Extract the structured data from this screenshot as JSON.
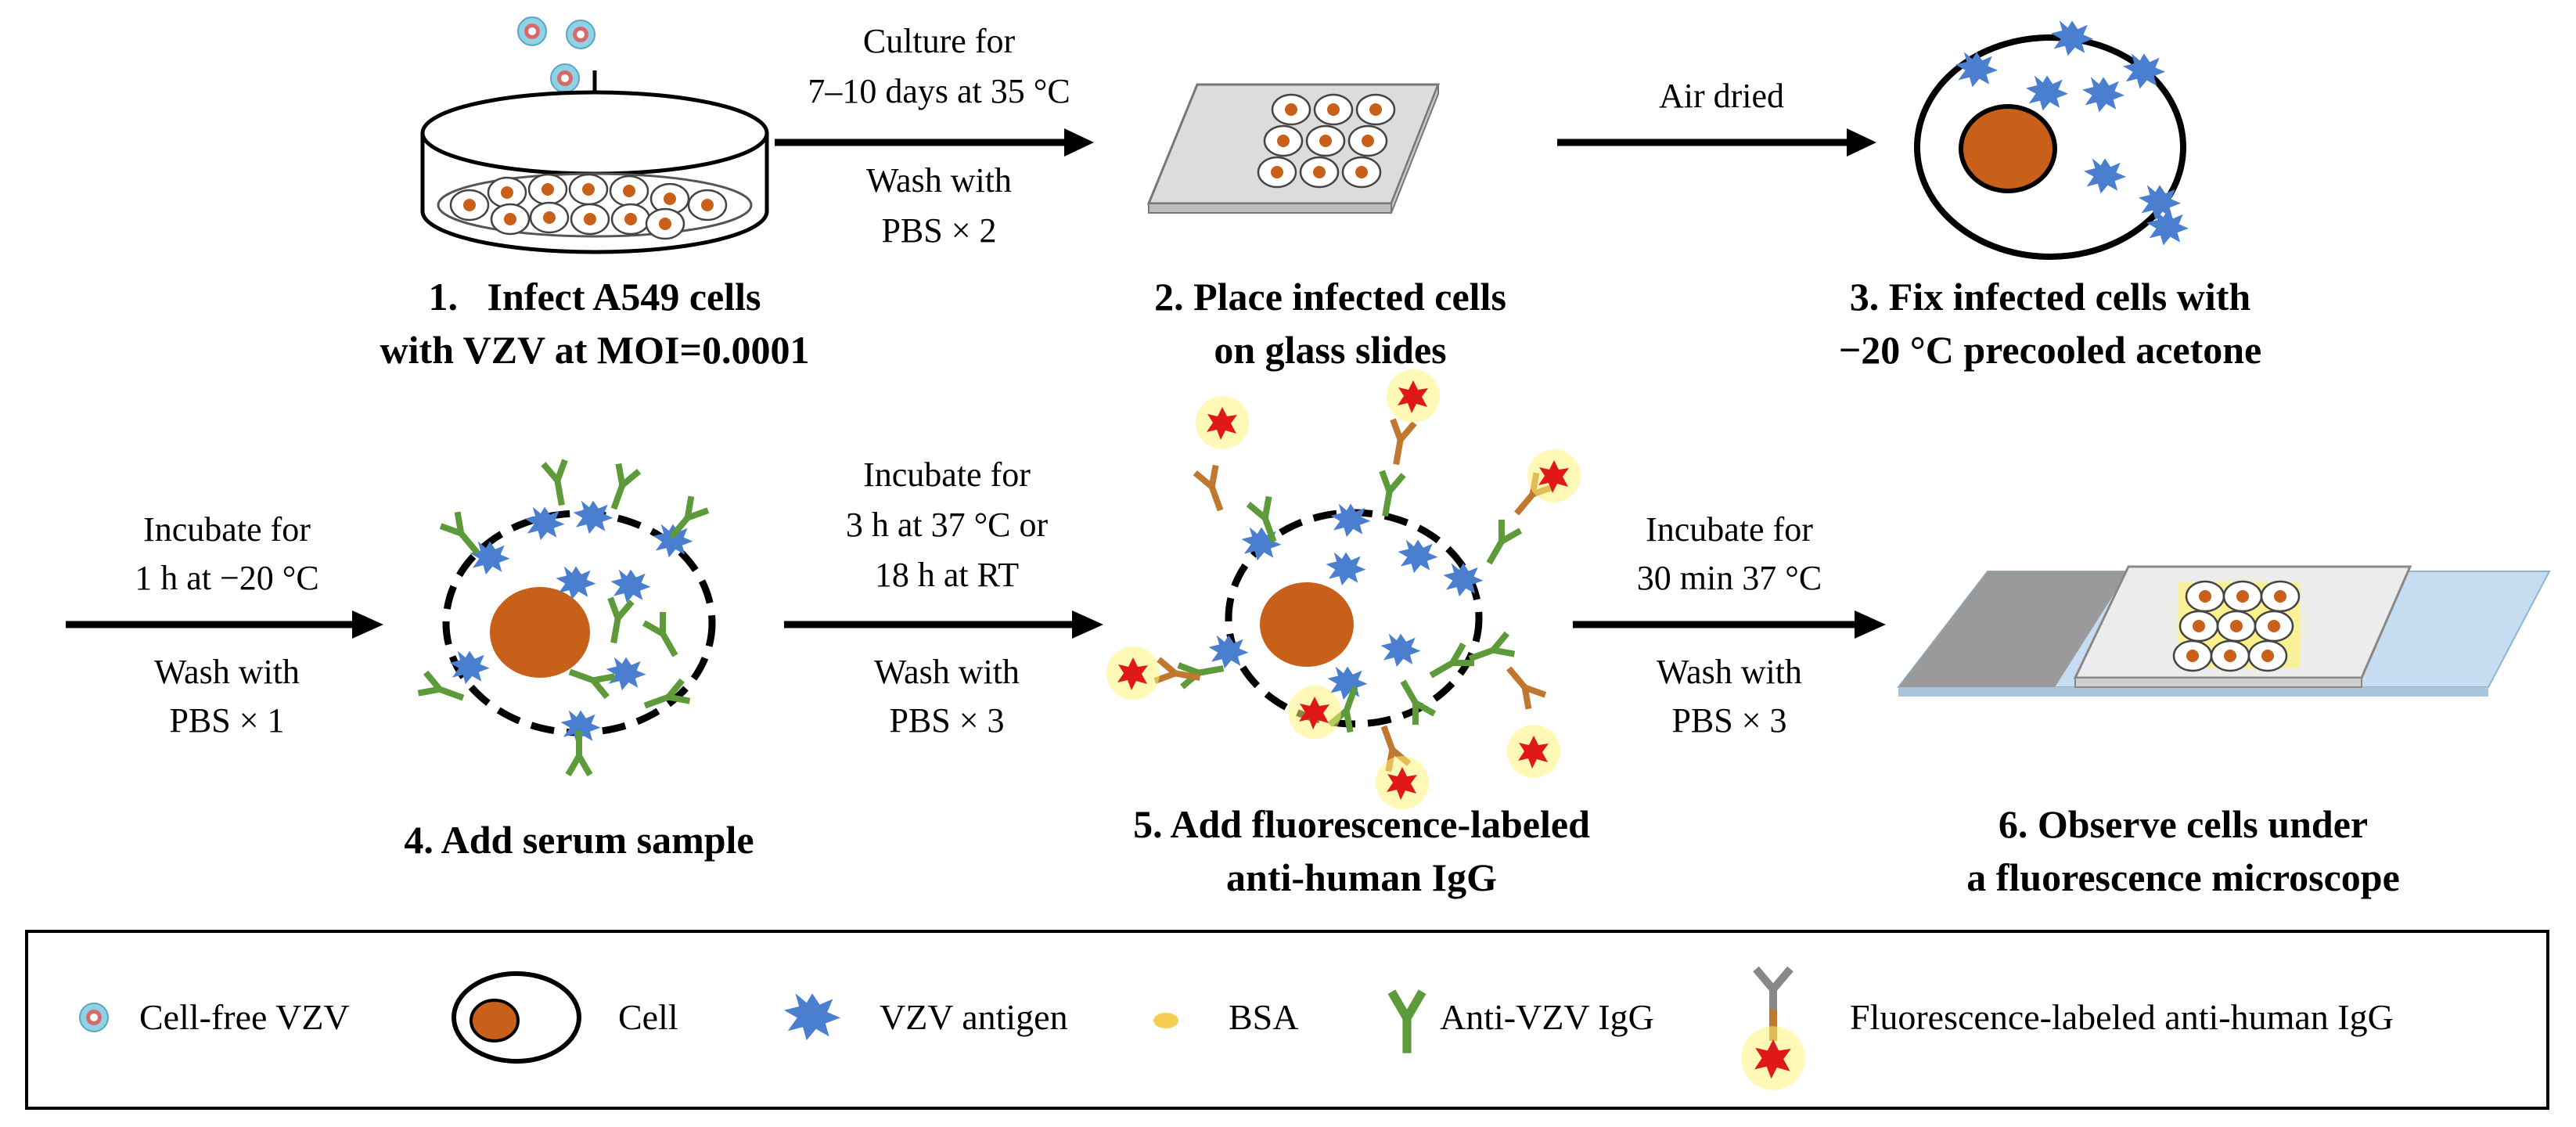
{
  "steps": [
    {
      "number": "1.",
      "caption_line1": "Infect A549 cells",
      "caption_line2": "with VZV at MOI=0.0001"
    },
    {
      "caption_line1": "2. Place infected cells",
      "caption_line2": "on glass slides"
    },
    {
      "caption_line1": "3. Fix infected cells with",
      "caption_line2": "−20 °C precooled acetone"
    },
    {
      "caption_line1": "4. Add serum sample"
    },
    {
      "caption_line1": "5. Add fluorescence-labeled",
      "caption_line2": "anti-human IgG"
    },
    {
      "caption_line1": "6. Observe cells under",
      "caption_line2": "a fluorescence microscope"
    }
  ],
  "arrows": [
    {
      "above_line1": "Culture for",
      "above_line2": "7–10 days at 35 °C",
      "below_line1": "Wash with",
      "below_line2": "PBS × 2"
    },
    {
      "above_line1": "Air dried"
    },
    {
      "above_line1": "Incubate for",
      "above_line2": "1 h at −20 °C",
      "below_line1": "Wash with",
      "below_line2": "PBS × 1"
    },
    {
      "above_line1": "Incubate for",
      "above_line2": "3 h at 37 °C or",
      "above_line3": "18 h at RT",
      "below_line1": "Wash with",
      "below_line2": "PBS × 3"
    },
    {
      "above_line1": "Incubate for",
      "above_line2": "30 min 37 °C",
      "below_line1": "Wash with",
      "below_line2": "PBS × 3"
    }
  ],
  "legend": {
    "items": [
      {
        "icon": "virus-icon",
        "label": "Cell-free VZV"
      },
      {
        "icon": "cell-icon",
        "label": "Cell"
      },
      {
        "icon": "antigen-icon",
        "label": "VZV antigen"
      },
      {
        "icon": "bsa-icon",
        "label": "BSA"
      },
      {
        "icon": "antibody-icon",
        "label": "Anti-VZV IgG"
      },
      {
        "icon": "fluorescent-antibody-icon",
        "label": "Fluorescence-labeled anti-human IgG"
      }
    ]
  },
  "colors": {
    "nucleus": "#c8601a",
    "antigen": "#4a7fd0",
    "antibody": "#5c9a3a",
    "secondary_antibody": "#c07830",
    "fluor_star": "#e01818",
    "glow": "#fff27a",
    "bsa": "#f6cf52",
    "slide": "#d8d8d8",
    "slide_blue": "#c6dcf0",
    "slide_dark": "#9a9a9a"
  }
}
